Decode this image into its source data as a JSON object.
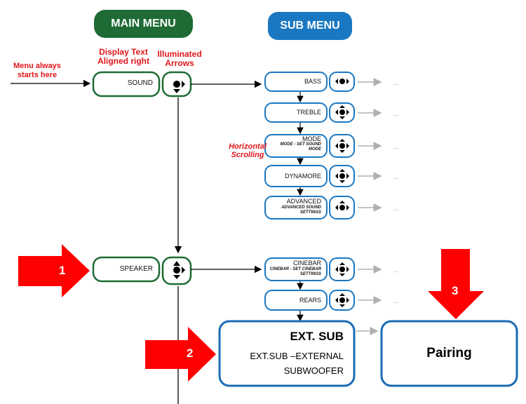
{
  "headers": {
    "main_menu": "MAIN MENU",
    "sub_menu": "SUB MENU"
  },
  "colors": {
    "main_green": "#1e6b35",
    "sub_blue": "#1a78c2",
    "red": "#e0161b",
    "gray_arrow": "#b0b0b0"
  },
  "annotations": {
    "start": "Menu always starts here",
    "display_text": "Display Text Aligned right",
    "illuminated": "Illuminated Arrows",
    "horizontal": "Horizontal Scrolling"
  },
  "main_items": [
    {
      "label": "SOUND",
      "icon": "four-way-arrow-icon"
    },
    {
      "label": "SPEAKER",
      "icon": "four-way-arrow-icon"
    }
  ],
  "sound_sub": [
    {
      "label": "BASS",
      "sub": ""
    },
    {
      "label": "TREBLE",
      "sub": ""
    },
    {
      "label": "MODE",
      "sub": "MODE - SET SOUND MODE"
    },
    {
      "label": "DYNAMORE",
      "sub": ""
    },
    {
      "label": "ADVANCED",
      "sub": "ADVANCED SOUND SETTINGS"
    }
  ],
  "speaker_sub": [
    {
      "label": "CINEBAR",
      "sub": "CINEBAR - SET CINEBAR SETTINGS"
    },
    {
      "label": "REARS",
      "sub": ""
    }
  ],
  "ellipsis": "...",
  "ext_sub": {
    "title": "EXT. SUB",
    "line1": "EXT.SUB –EXTERNAL",
    "line2": "SUBWOOFER"
  },
  "pairing": "Pairing",
  "callouts": [
    "1",
    "2",
    "3"
  ]
}
